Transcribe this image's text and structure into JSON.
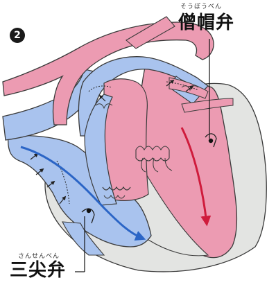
{
  "step_number": "2",
  "labels": {
    "mitral_ruby": "そうぼうべん",
    "mitral": "僧帽弁",
    "tricuspid_ruby": "さんせんべん",
    "tricuspid": "三尖弁"
  },
  "colors": {
    "oxygenated": "#ec9bb2",
    "deoxygenated": "#a9c3ee",
    "myocardium": "#e3e4e2",
    "outline": "#3a3a3a",
    "blue_arrow": "#2b65c6",
    "red_arrow": "#cf1b3c"
  }
}
